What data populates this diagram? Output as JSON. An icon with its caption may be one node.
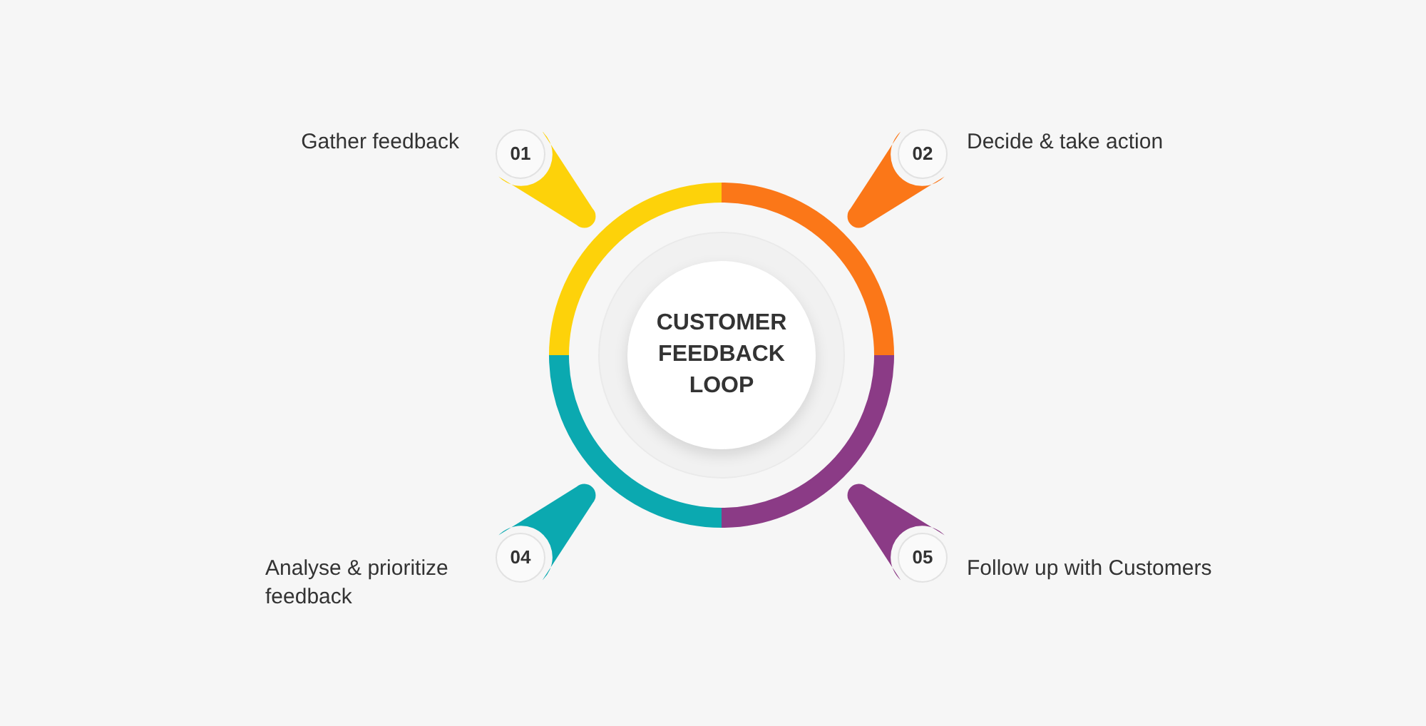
{
  "diagram": {
    "nodes": [
      {
        "text": [
          "CUSTOMER FEEDBACK LOOP"
        ]
      },
      {
        "text": [
          "01"
        ],
        "beside": [
          "Gather feedback"
        ]
      },
      {
        "text": [
          "02"
        ],
        "beside": [
          "Decide & take action"
        ]
      },
      {
        "text": [
          "04"
        ],
        "beside": [
          "Analyse & prioritize feedback"
        ]
      },
      {
        "text": [
          "05"
        ],
        "beside": [
          "Follow up with Customers"
        ]
      }
    ]
  }
}
